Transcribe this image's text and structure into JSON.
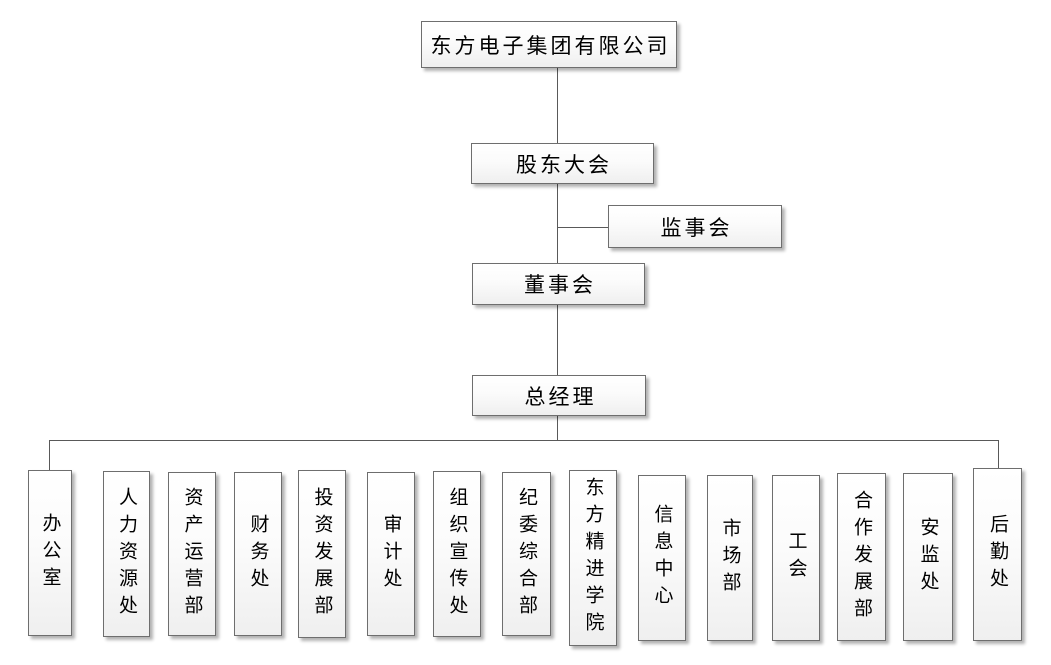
{
  "org_chart": {
    "company": {
      "label": "东方电子集团有限公司"
    },
    "shareholders_meeting": {
      "label": "股东大会"
    },
    "supervisory_board": {
      "label": "监事会"
    },
    "board_of_directors": {
      "label": "董事会"
    },
    "general_manager": {
      "label": "总经理"
    },
    "departments": [
      {
        "label": "办公室"
      },
      {
        "label": "人力资源处"
      },
      {
        "label": "资产运营部"
      },
      {
        "label": "财务处"
      },
      {
        "label": "投资发展部"
      },
      {
        "label": "审计处"
      },
      {
        "label": "组织宣传处"
      },
      {
        "label": "纪委综合部"
      },
      {
        "label": "东方精进学院"
      },
      {
        "label": "信息中心"
      },
      {
        "label": "市场部"
      },
      {
        "label": "工会"
      },
      {
        "label": "合作发展部"
      },
      {
        "label": "安监处"
      },
      {
        "label": "后勤处"
      }
    ]
  },
  "colors": {
    "background": "#ffffff",
    "connector_line": "#595959",
    "box_border": "#6e6e6e",
    "box_fill_top": "#ffffff",
    "box_fill_bottom": "#efefef",
    "box_shadow": "#a6a6a6",
    "text": "#000000"
  }
}
